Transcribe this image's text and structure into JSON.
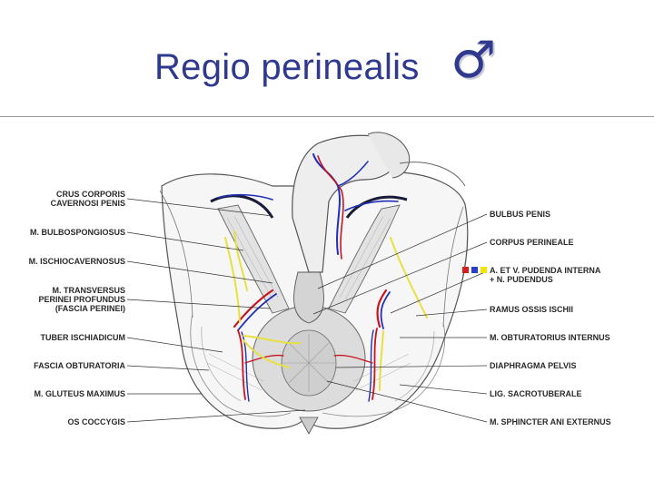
{
  "slide": {
    "title": "Regio perinealis",
    "symbol": "♂"
  },
  "left_labels": [
    [
      "CRUS CORPORIS",
      "CAVERNOSI PENIS"
    ],
    [
      "M. BULBOSPONGIOSUS"
    ],
    [
      "M. ISCHIOCAVERNOSUS"
    ],
    [
      "M. TRANSVERSUS",
      "PERINEI PROFUNDUS",
      "(FASCIA PERINEI)"
    ],
    [
      "TUBER ISCHIADICUM"
    ],
    [
      "FASCIA OBTURATORIA"
    ],
    [
      "M. GLUTEUS MAXIMUS"
    ],
    [
      "OS COCCYGIS"
    ]
  ],
  "right_labels": [
    [
      "BULBUS PENIS"
    ],
    [
      "CORPUS PERINEALE"
    ],
    [
      "A. ET V. PUDENDA INTERNA",
      "+ N. PUDENDUS"
    ],
    [
      "RAMUS OSSIS ISCHII"
    ],
    [
      "M. OBTURATORIUS INTERNUS"
    ],
    [
      "DIAPHRAGMA PELVIS"
    ],
    [
      "LIG. SACROTUBERALE"
    ],
    [
      "M. SPHINCTER ANI EXTERNUS"
    ]
  ],
  "legend_colors": [
    "#d62020",
    "#2a3fc8",
    "#f2e600"
  ],
  "colors": {
    "title": "#2f3a8f",
    "artery": "#c8141e",
    "vein": "#1f2fb8",
    "nerve": "#e8e040"
  }
}
